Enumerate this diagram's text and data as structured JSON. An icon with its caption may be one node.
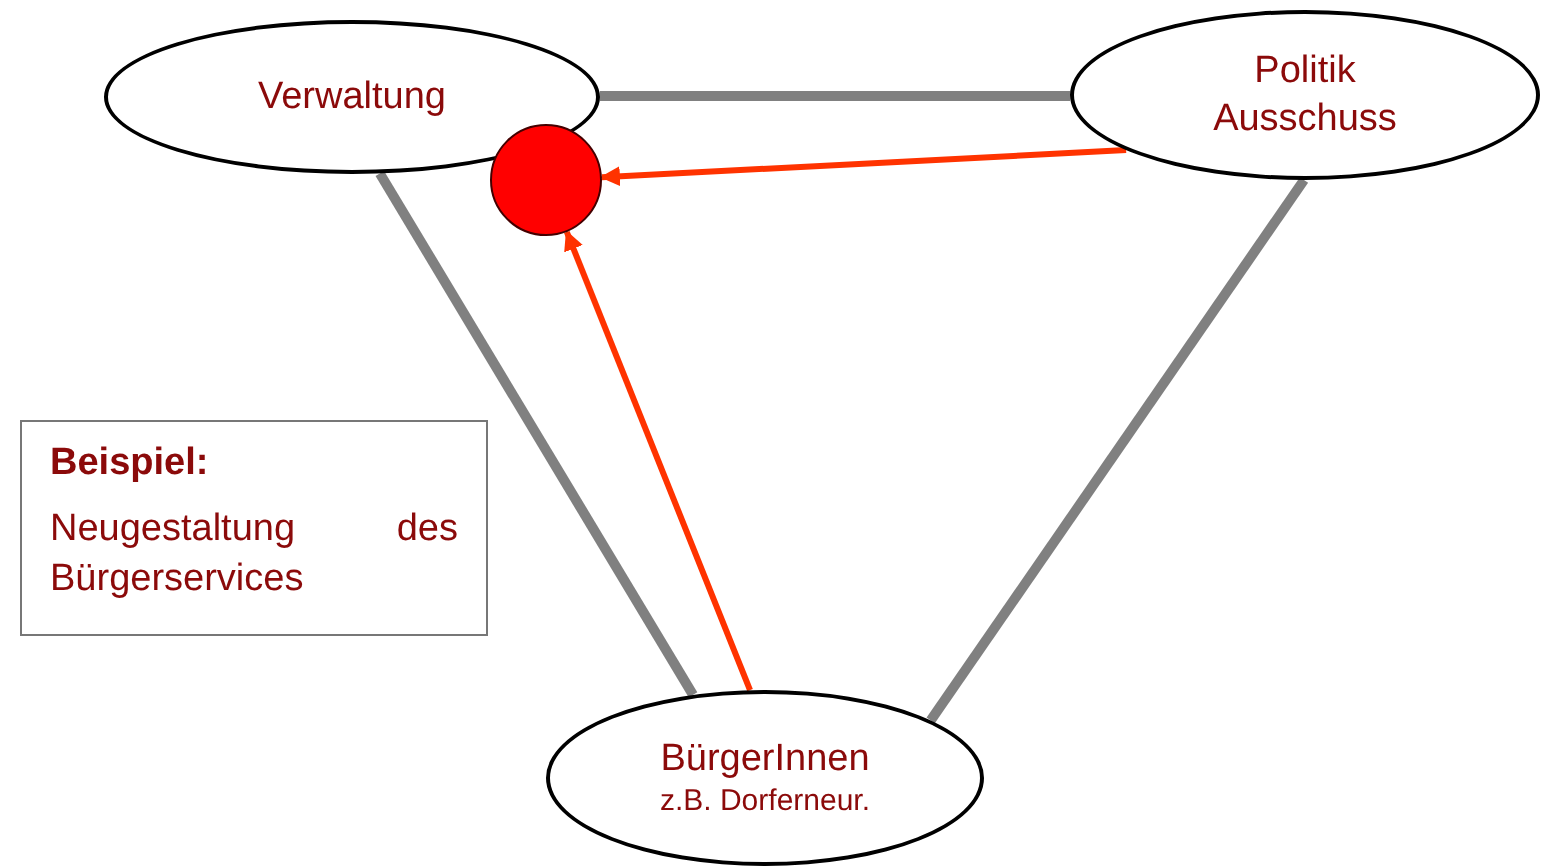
{
  "diagram": {
    "nodes": [
      {
        "text": [
          "Verwaltung"
        ]
      },
      {
        "text": [
          "Politik Ausschuss"
        ]
      },
      {
        "text": [],
        "shape": "circle"
      },
      {
        "text": [
          "BürgerInnen",
          "z.B. Dorferneur."
        ]
      },
      {
        "text": [
          "Beispiel:",
          "Neugestaltung des Bürgerservices"
        ]
      }
    ],
    "edges": [
      {
        "from": 0,
        "to": 1,
        "arrow": "none"
      },
      {
        "from": 0,
        "to": 3,
        "arrow": "none"
      },
      {
        "from": 1,
        "to": 3,
        "arrow": "none"
      },
      {
        "from": 1,
        "to": 2,
        "arrow": "to",
        "color": "#ff3300"
      },
      {
        "from": 3,
        "to": 2,
        "arrow": "to",
        "color": "#ff3300"
      }
    ]
  }
}
